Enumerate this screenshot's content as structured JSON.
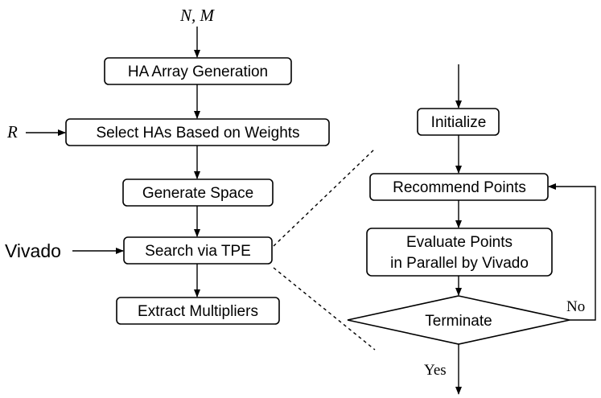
{
  "inputs": {
    "nm": "N, M",
    "r": "R",
    "vivado": "Vivado"
  },
  "left_flow": {
    "step1": "HA Array Generation",
    "step2": "Select HAs Based on Weights",
    "step3": "Generate Space",
    "step4": "Search via TPE",
    "step5": "Extract Multipliers"
  },
  "right_flow": {
    "step1": "Initialize",
    "step2": "Recommend Points",
    "step3_line1": "Evaluate Points",
    "step3_line2": "in Parallel by Vivado",
    "decision": "Terminate",
    "no_label": "No",
    "yes_label": "Yes"
  }
}
